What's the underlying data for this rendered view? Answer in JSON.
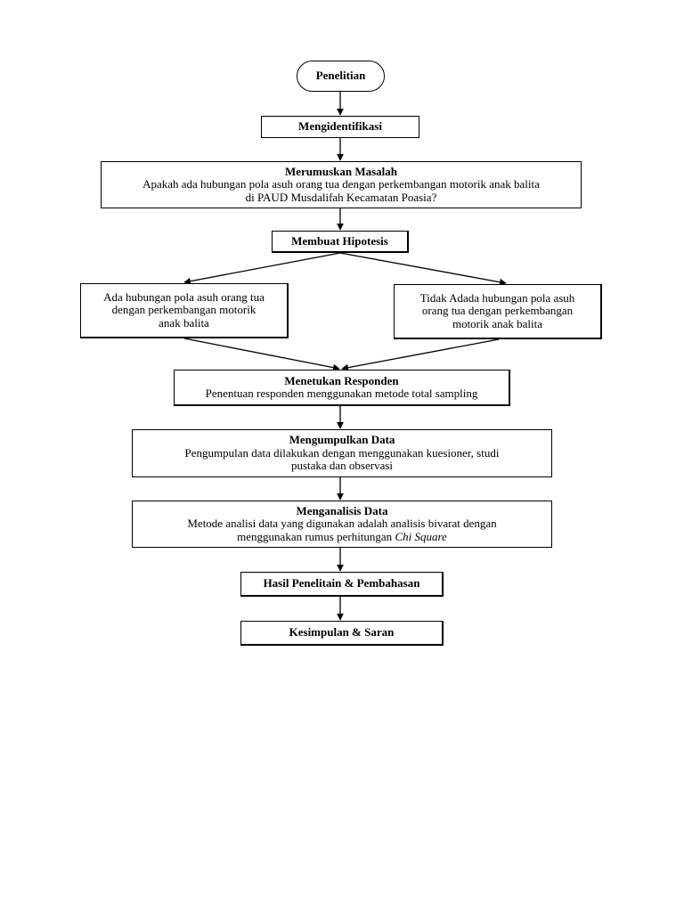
{
  "flowchart": {
    "start": "Penelitian",
    "identify": "Mengidentifikasi",
    "problem": {
      "title": "Merumuskan Masalah",
      "line1": "Apakah ada hubungan pola asuh orang tua dengan perkembangan motorik anak balita",
      "line2": "di PAUD Musdalifah Kecamatan Poasia?"
    },
    "hypothesis": "Membuat Hipotesis",
    "hypothesis_yes": {
      "line1": "Ada hubungan pola asuh orang tua",
      "line2": "dengan perkembangan motorik",
      "line3": "anak balita"
    },
    "hypothesis_no": {
      "line1": "Tidak Adada hubungan pola asuh",
      "line2": "orang tua dengan perkembangan",
      "line3": "motorik anak balita"
    },
    "respondents": {
      "title": "Menetukan Responden",
      "line1": "Penentuan responden menggunakan metode total sampling"
    },
    "collect": {
      "title": "Mengumpulkan Data",
      "line1": "Pengumpulan data dilakukan dengan menggunakan kuesioner, studi",
      "line2": "pustaka dan observasi"
    },
    "analyze": {
      "title": "Menganalisis Data",
      "line1": "Metode analisi data yang digunakan adalah analisis bivarat dengan",
      "line2_prefix": "menggunakan rumus perhitungan ",
      "line2_italic": "Chi Square"
    },
    "results": "Hasil Penelitain & Pembahasan",
    "conclusion": "Kesimpulan & Saran"
  }
}
